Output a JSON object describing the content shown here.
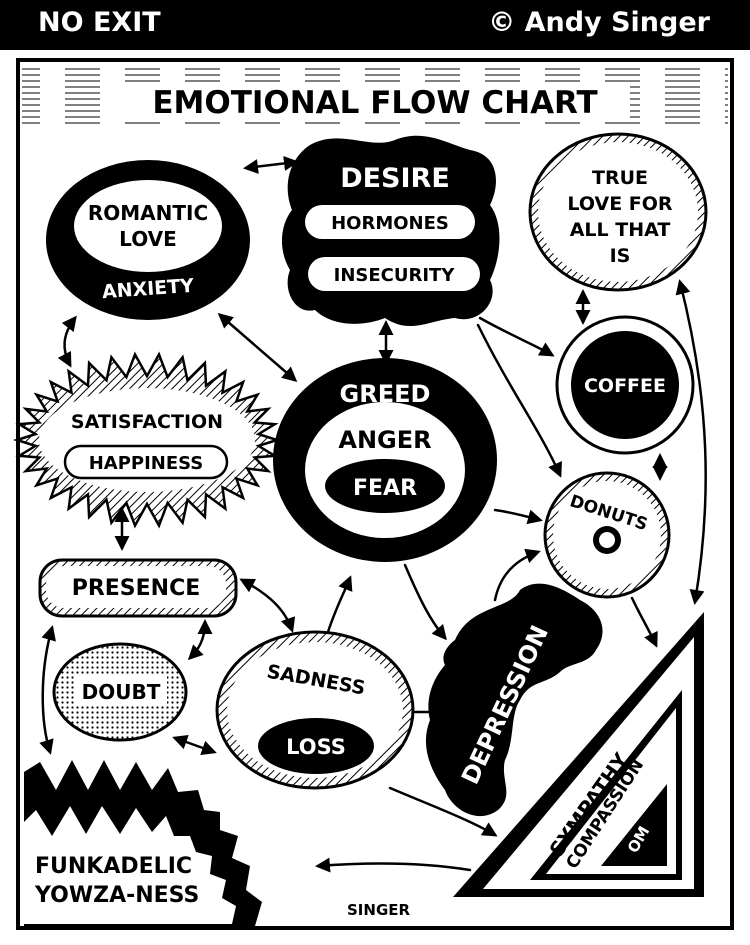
{
  "header": {
    "series": "NO EXIT",
    "credit": "© Andy Singer"
  },
  "title": "EMOTIONAL FLOW CHART",
  "nodes": {
    "romantic_love": {
      "line1": "ROMANTIC",
      "line2": "LOVE",
      "ring": "ANXIETY"
    },
    "desire": {
      "label": "DESIRE",
      "sub1": "HORMONES",
      "sub2": "INSECURITY"
    },
    "true_love": {
      "line1": "TRUE",
      "line2": "LOVE FOR",
      "line3": "ALL THAT",
      "line4": "IS"
    },
    "coffee": "COFFEE",
    "satisfaction": {
      "label": "SATISFACTION",
      "sub": "HAPPINESS"
    },
    "greed": {
      "outer": "GREED",
      "middle": "ANGER",
      "inner": "FEAR"
    },
    "donuts": "DONUTS",
    "presence": "PRESENCE",
    "doubt": "DOUBT",
    "sadness": {
      "label": "SADNESS",
      "sub": "LOSS"
    },
    "depression": "DEPRESSION",
    "triangle": {
      "outer": "SYMPATHY",
      "middle": "COMPASSION",
      "inner": "OM"
    },
    "funkadelic": {
      "line1": "FUNKADELIC",
      "line2": "YOWZA-NESS"
    }
  },
  "signature": "SINGER"
}
